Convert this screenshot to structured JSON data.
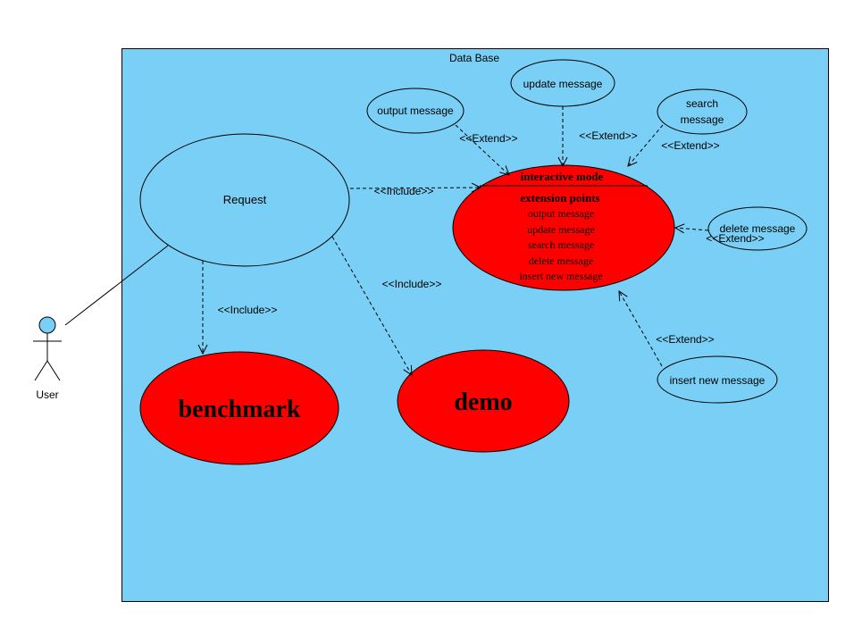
{
  "colors": {
    "system_fill": "#79cff5",
    "highlight_fill": "#ff0000",
    "line": "#000000"
  },
  "system": {
    "title": "Data Base"
  },
  "actor": {
    "name": "User"
  },
  "use_cases": {
    "request": "Request",
    "benchmark": "benchmark",
    "demo": "demo",
    "interactive_mode": {
      "title": "interactive mode",
      "section": "extension points",
      "points": [
        "output message",
        "update message",
        "search message",
        "delete message",
        "insert new message"
      ]
    },
    "output_message": "output message",
    "update_message": "update message",
    "search_message": [
      "search",
      "message"
    ],
    "delete_message": "delete message",
    "insert_new_message": "insert new message"
  },
  "relations": {
    "include_interactive": "<<Include>>",
    "include_benchmark": "<<Include>>",
    "include_demo": "<<Include>>",
    "extend_output": "<<Extend>>",
    "extend_update": "<<Extend>>",
    "extend_search": "<<Extend>>",
    "extend_delete": "<<Extend>>",
    "extend_insert": "<<Extend>>"
  }
}
